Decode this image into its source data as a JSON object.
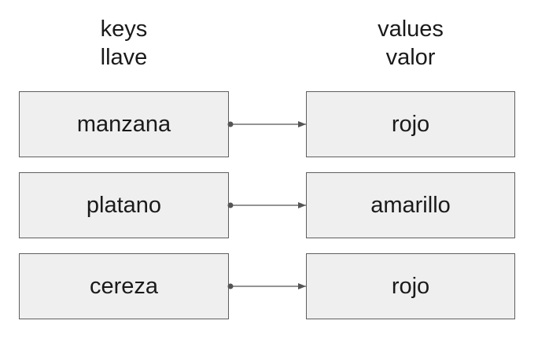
{
  "headers": {
    "keys": {
      "line1": "keys",
      "line2": "llave"
    },
    "values": {
      "line1": "values",
      "line2": "valor"
    }
  },
  "pairs": [
    {
      "key": "manzana",
      "value": "rojo"
    },
    {
      "key": "platano",
      "value": "amarillo"
    },
    {
      "key": "cereza",
      "value": "rojo"
    }
  ],
  "colors": {
    "box_fill": "#efefef",
    "box_border": "#5f5f5f",
    "arrow": "#555555"
  }
}
